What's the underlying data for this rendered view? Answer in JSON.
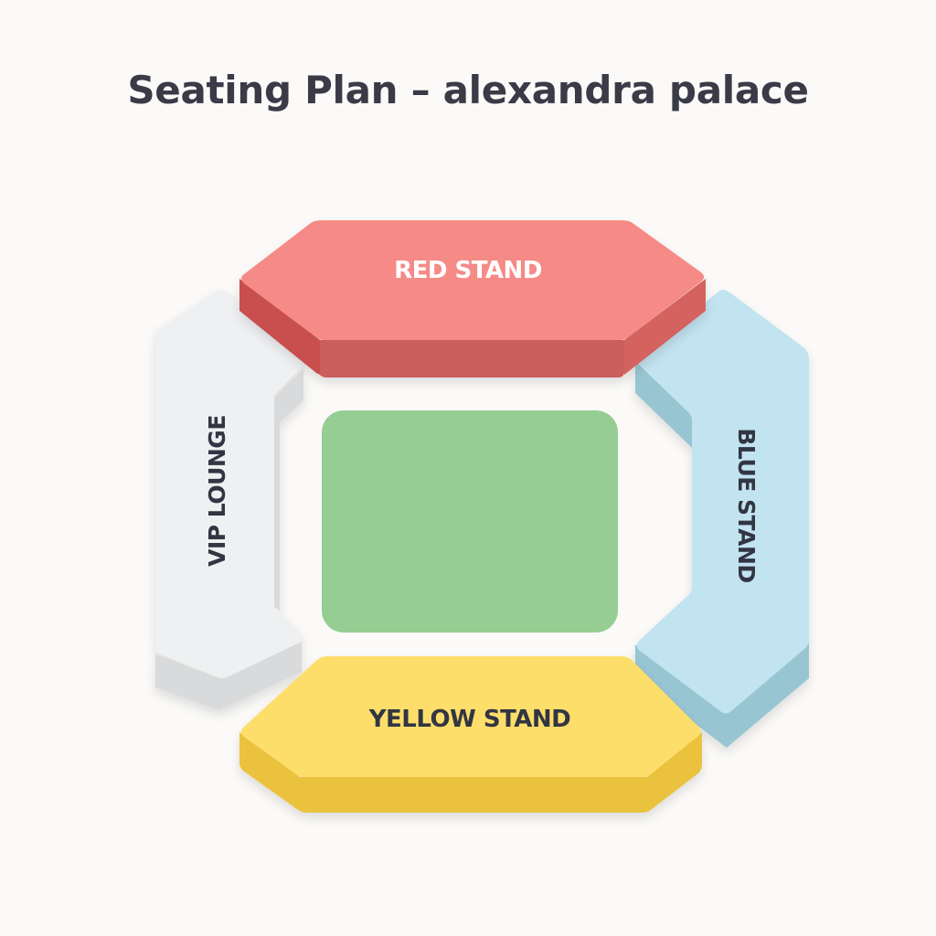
{
  "header": {
    "title": "Seating Plan – alexandra palace"
  },
  "map": {
    "venue": "alexandra palace",
    "sections": [
      {
        "id": "red-stand",
        "label": "RED STAND",
        "position": "north",
        "top_color": "#f58a87",
        "side_color": "#cc5f5c",
        "side_dark_color": "#c84f4d",
        "label_color": "#ffffff",
        "orientation": "horizontal"
      },
      {
        "id": "vip-lounge",
        "label": "VIP LOUNGE",
        "position": "west",
        "top_color": "#eff0f2",
        "side_color": "#d8dadb",
        "label_color": "#333643",
        "orientation": "vertical-up"
      },
      {
        "id": "blue-stand",
        "label": "BLUE STAND",
        "position": "east",
        "top_color": "#c2e3f0",
        "side_color": "#98c5d2",
        "label_color": "#333643",
        "orientation": "vertical-down"
      },
      {
        "id": "yellow-stand",
        "label": "YELLOW STAND",
        "position": "south",
        "top_color": "#fede6b",
        "side_color": "#ebc23e",
        "label_color": "#333643",
        "orientation": "horizontal"
      }
    ],
    "pitch": {
      "id": "pitch",
      "label": "",
      "color": "#96cd93"
    }
  }
}
